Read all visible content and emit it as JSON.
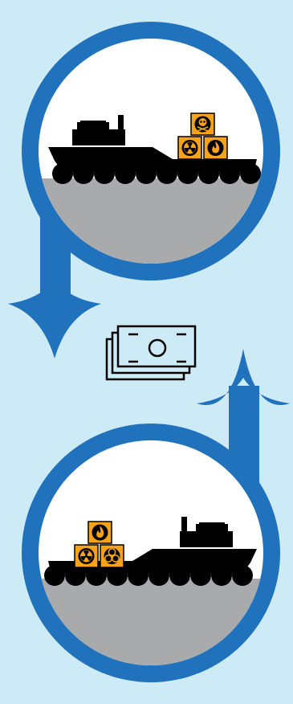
{
  "colors": {
    "background": "#cdeaf7",
    "ring_blue": "#1f72bb",
    "sky_white": "#ffffff",
    "sea_gray": "#a9aaac",
    "ship_black": "#000000",
    "hazard_orange": "#f7a21b"
  },
  "top_scene": {
    "ship": "tanker-ship-facing-left",
    "cargo_icons": [
      "skull-crossbones-icon",
      "radiation-icon",
      "flame-icon"
    ]
  },
  "bottom_scene": {
    "ship": "tanker-ship-facing-right",
    "cargo_icons": [
      "flame-icon",
      "radiation-icon",
      "biohazard-icon"
    ]
  },
  "flow": [
    "arrow-down",
    "money-stack-icon",
    "arrow-up"
  ]
}
